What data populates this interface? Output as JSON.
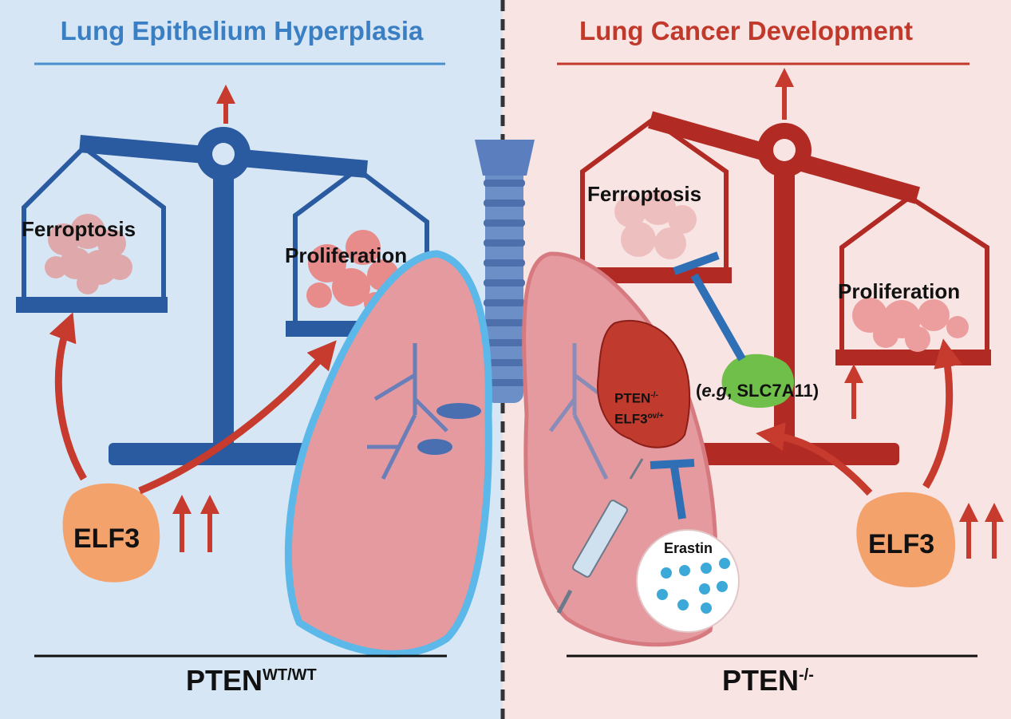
{
  "left_panel": {
    "title": "Lung Epithelium Hyperplasia",
    "left_pan_label": "Ferroptosis",
    "right_pan_label": "Proliferation",
    "gene_label": "ELF3",
    "genotype_base": "PTEN",
    "genotype_sup": "WT/WT"
  },
  "right_panel": {
    "title": "Lung Cancer Development",
    "left_pan_label": "Ferroptosis",
    "right_pan_label": "Proliferation",
    "gene_label": "ELF3",
    "tumor_line1_base": "PTEN",
    "tumor_line1_sup": "-/-",
    "tumor_line2_base": "ELF3",
    "tumor_line2_sup": "ov/+",
    "target_prefix": "(",
    "target_italic": "e.g",
    "target_rest": ", SLC7A11)",
    "drug_label": "Erastin",
    "genotype_base": "PTEN",
    "genotype_sup": "-/-"
  },
  "colors": {
    "left_bg": "#d6e6f4",
    "right_bg": "#f9e4e4",
    "blue_accent": "#2a5aa0",
    "red_accent": "#b22a24",
    "arrow_red": "#c73a2e",
    "elf3_orange": "#f3a26c"
  }
}
